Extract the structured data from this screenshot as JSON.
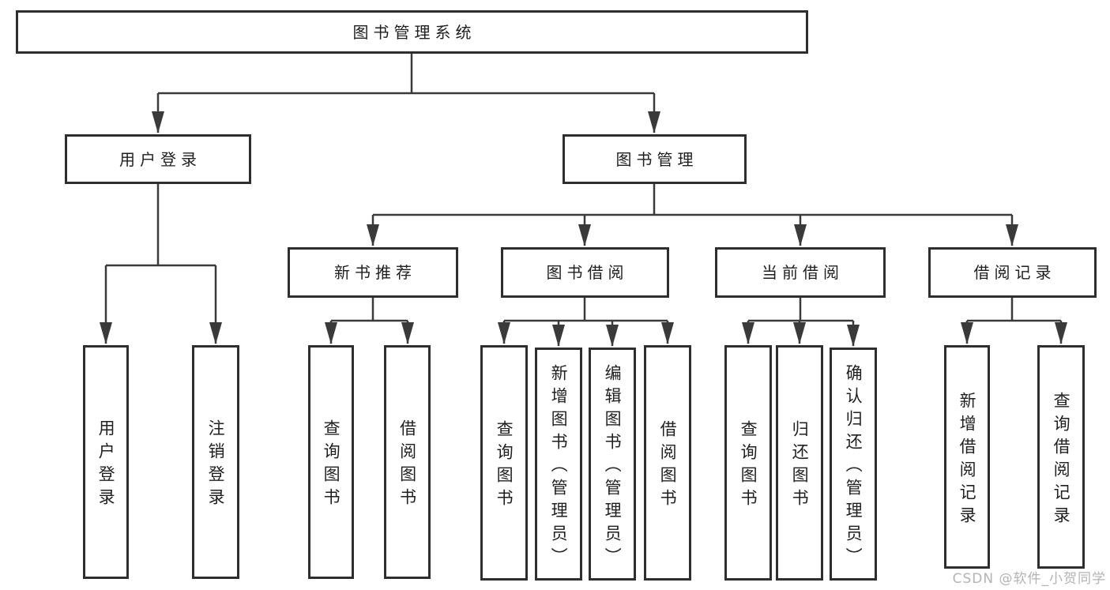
{
  "tree": {
    "root": "图书管理系统",
    "level2": {
      "left": "用户登录",
      "right": "图书管理"
    },
    "left_children": [
      "用户登录",
      "注销登录"
    ],
    "groups": [
      {
        "label": "新书推荐",
        "children": [
          "查询图书",
          "借阅图书"
        ]
      },
      {
        "label": "图书借阅",
        "children": [
          "查询图书",
          "新增图书（管理员）",
          "编辑图书（管理员）",
          "借阅图书"
        ]
      },
      {
        "label": "当前借阅",
        "children": [
          "查询图书",
          "归还图书",
          "确认归还（管理员）"
        ]
      },
      {
        "label": "借阅记录",
        "children": [
          "新增借阅记录",
          "查询借阅记录"
        ]
      }
    ]
  },
  "watermark": "CSDN @软件_小贺同学",
  "colors": {
    "line": "#3a3a3a",
    "box_border": "#2e2e2e",
    "text": "#1f1f1f",
    "watermark": "#b3b3b3",
    "background": "#ffffff"
  }
}
